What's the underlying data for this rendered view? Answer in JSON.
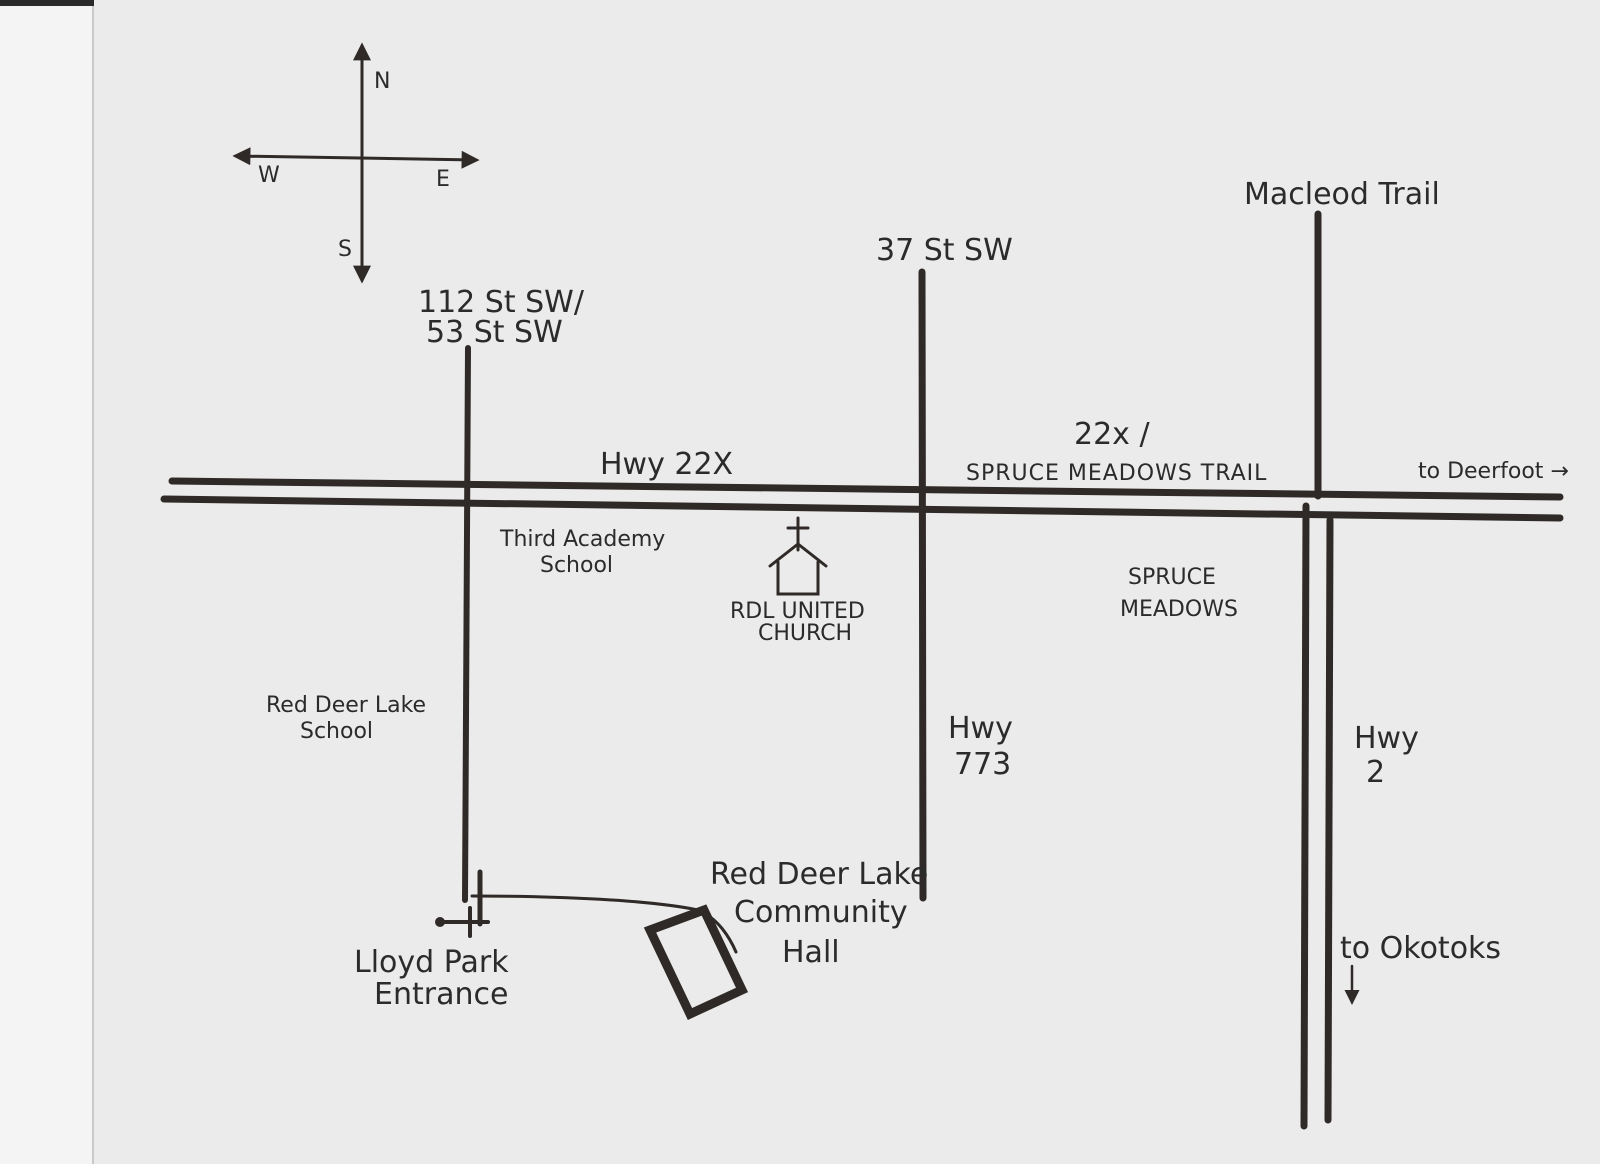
{
  "compass": {
    "north": "N",
    "south": "S",
    "east": "E",
    "west": "W"
  },
  "roads": {
    "st112_line1": "112 St SW/",
    "st112_line2": "53 St SW",
    "st37": "37 St SW",
    "macleod": "Macleod Trail",
    "hwy22x": "Hwy 22X",
    "spruce_trail_line1": "22x /",
    "spruce_trail_line2": "SPRUCE MEADOWS TRAIL",
    "to_deerfoot": "to Deerfoot →",
    "hwy773_line1": "Hwy",
    "hwy773_line2": "773",
    "hwy2_line1": "Hwy",
    "hwy2_line2": "2",
    "to_okotoks": "to Okotoks"
  },
  "places": {
    "third_academy_line1": "Third Academy",
    "third_academy_line2": "School",
    "church_line1": "RDL UNITED",
    "church_line2": "CHURCH",
    "spruce_meadows_line1": "SPRUCE",
    "spruce_meadows_line2": "MEADOWS",
    "rdl_school_line1": "Red Deer Lake",
    "rdl_school_line2": "School",
    "hall_line1": "Red Deer Lake",
    "hall_line2": "Community",
    "hall_line3": "Hall",
    "lloyd_line1": "Lloyd Park",
    "lloyd_line2": "Entrance"
  },
  "colors": {
    "paper": "#ebebeb",
    "ink": "#2f2a27"
  }
}
